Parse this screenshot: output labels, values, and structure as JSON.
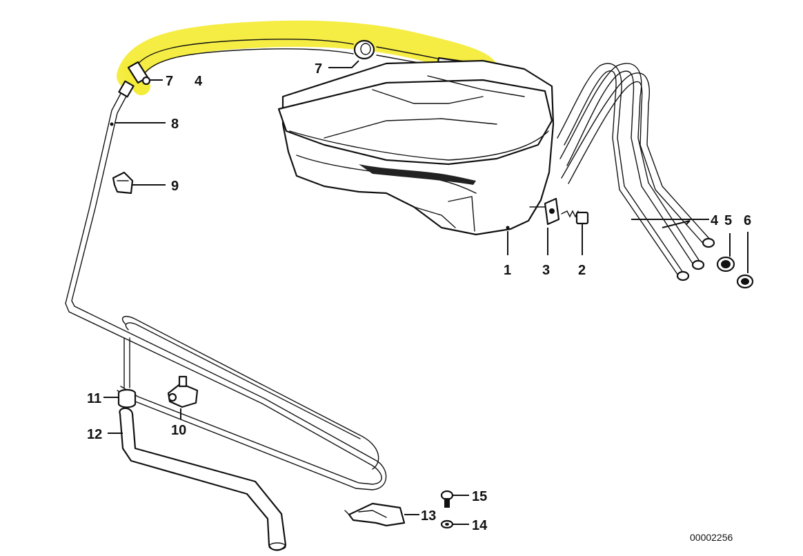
{
  "diagram": {
    "reference_number": "00002256",
    "highlight_color": "#f4ec3a",
    "line_color": "#111111",
    "background_color": "#ffffff",
    "callouts": {
      "c1": "1",
      "c2": "2",
      "c3": "3",
      "c4_top": "4",
      "c4_right": "4",
      "c5": "5",
      "c6": "6",
      "c7_left": "7",
      "c7_mid": "7",
      "c8": "8",
      "c9": "9",
      "c10": "10",
      "c11": "11",
      "c12": "12",
      "c13": "13",
      "c14": "14",
      "c15": "15"
    }
  }
}
